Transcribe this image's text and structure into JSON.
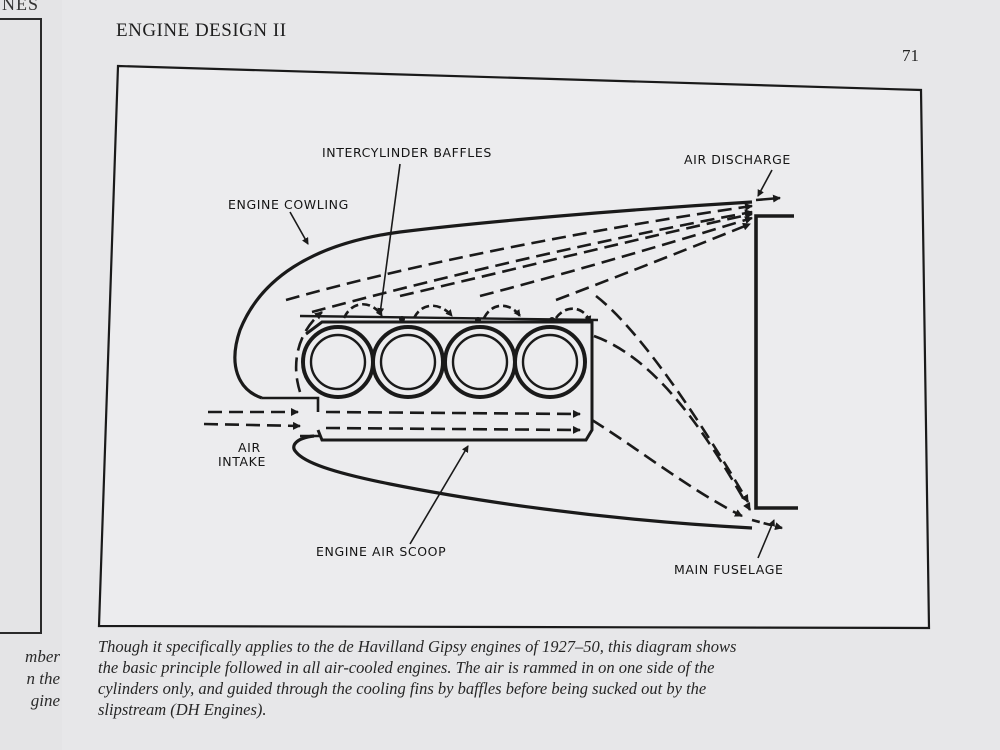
{
  "left_page": {
    "header_fragment": "NES",
    "caption_fragments": [
      "mber",
      "n the",
      "gine"
    ]
  },
  "page": {
    "running_head": "ENGINE DESIGN II",
    "page_number": "71"
  },
  "diagram": {
    "labels": {
      "intercylinder_baffles": "INTERCYLINDER BAFFLES",
      "air_discharge": "AIR DISCHARGE",
      "engine_cowling": "ENGINE COWLING",
      "air_intake_line1": "AIR",
      "air_intake_line2": "INTAKE",
      "engine_air_scoop": "ENGINE AIR SCOOP",
      "main_fuselage": "MAIN FUSELAGE"
    },
    "cylinder_count": 4
  },
  "caption": {
    "lines": [
      "Though it specifically applies to the de Havilland Gipsy engines of 1927–50, this diagram shows",
      "the basic principle followed in all air-cooled engines. The air is rammed in on one side of the",
      "cylinders only, and guided through the cooling fins by baffles before being sucked out by the",
      "slipstream (DH Engines)."
    ]
  }
}
